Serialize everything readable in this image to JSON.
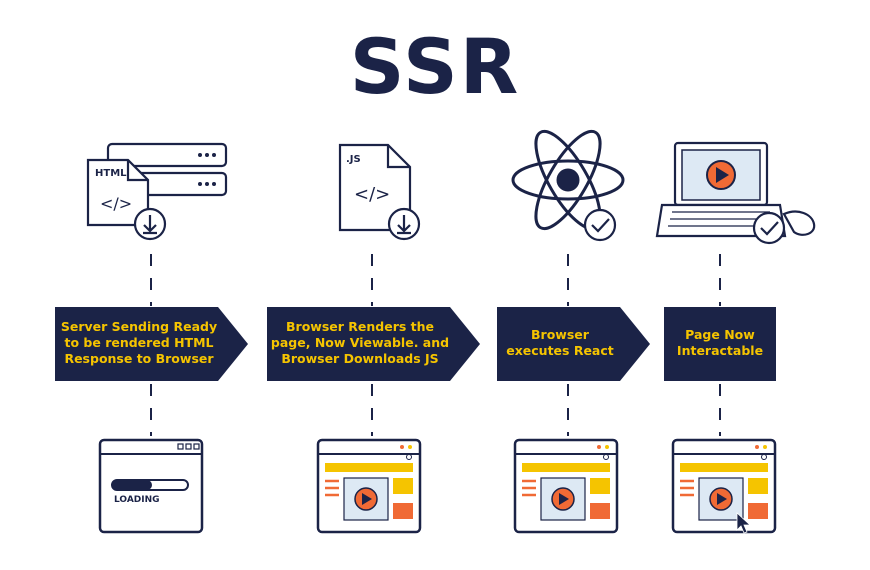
{
  "title": "SSR",
  "colors": {
    "navy": "#1b2347",
    "yellow": "#f5c400",
    "orange": "#f06a35",
    "light_blue": "#dde9f4",
    "play_orange": "#f06a35"
  },
  "icons": {
    "server_doc": {
      "tag": "HTML",
      "code": "</>"
    },
    "js_doc": {
      "tag": ".JS",
      "code": "</>"
    },
    "react": "react-atom-icon",
    "laptop": "laptop-play-icon"
  },
  "steps": [
    {
      "lines": [
        "Server Sending Ready",
        "to be rendered HTML",
        "Response to Browser"
      ]
    },
    {
      "lines": [
        "Browser Renders the",
        "page, Now Viewable. and",
        "Browser Downloads JS"
      ]
    },
    {
      "lines": [
        "Browser",
        "executes React"
      ]
    },
    {
      "lines": [
        "Page Now",
        "Interactable"
      ]
    }
  ],
  "bottom": {
    "loading_text": "LOADING"
  }
}
